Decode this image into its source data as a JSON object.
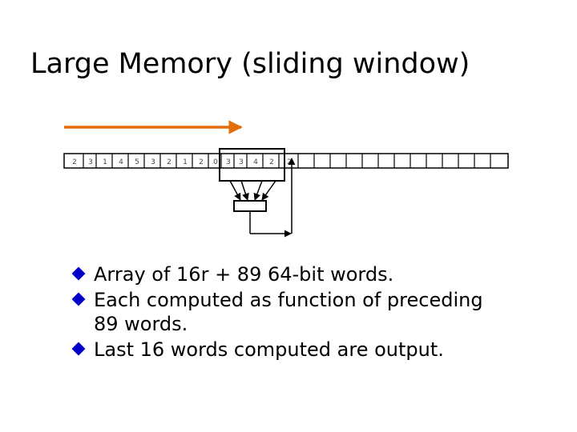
{
  "title": "Large Memory (sliding window)",
  "diagram": {
    "cell_values": [
      "2",
      "3",
      "1",
      "4",
      "5",
      "3",
      "2",
      "1",
      "2",
      "0",
      "3",
      "3",
      "4",
      "2",
      "2"
    ],
    "arrow_color": "#e46c0a"
  },
  "bullets": [
    {
      "line1": "Array of   16r + 89   64-bit words."
    },
    {
      "line1": "Each computed as function of preceding",
      "line2": "89 words."
    },
    {
      "line1": "Last 16 words computed are output."
    }
  ],
  "bullet_color": "#0000c8"
}
